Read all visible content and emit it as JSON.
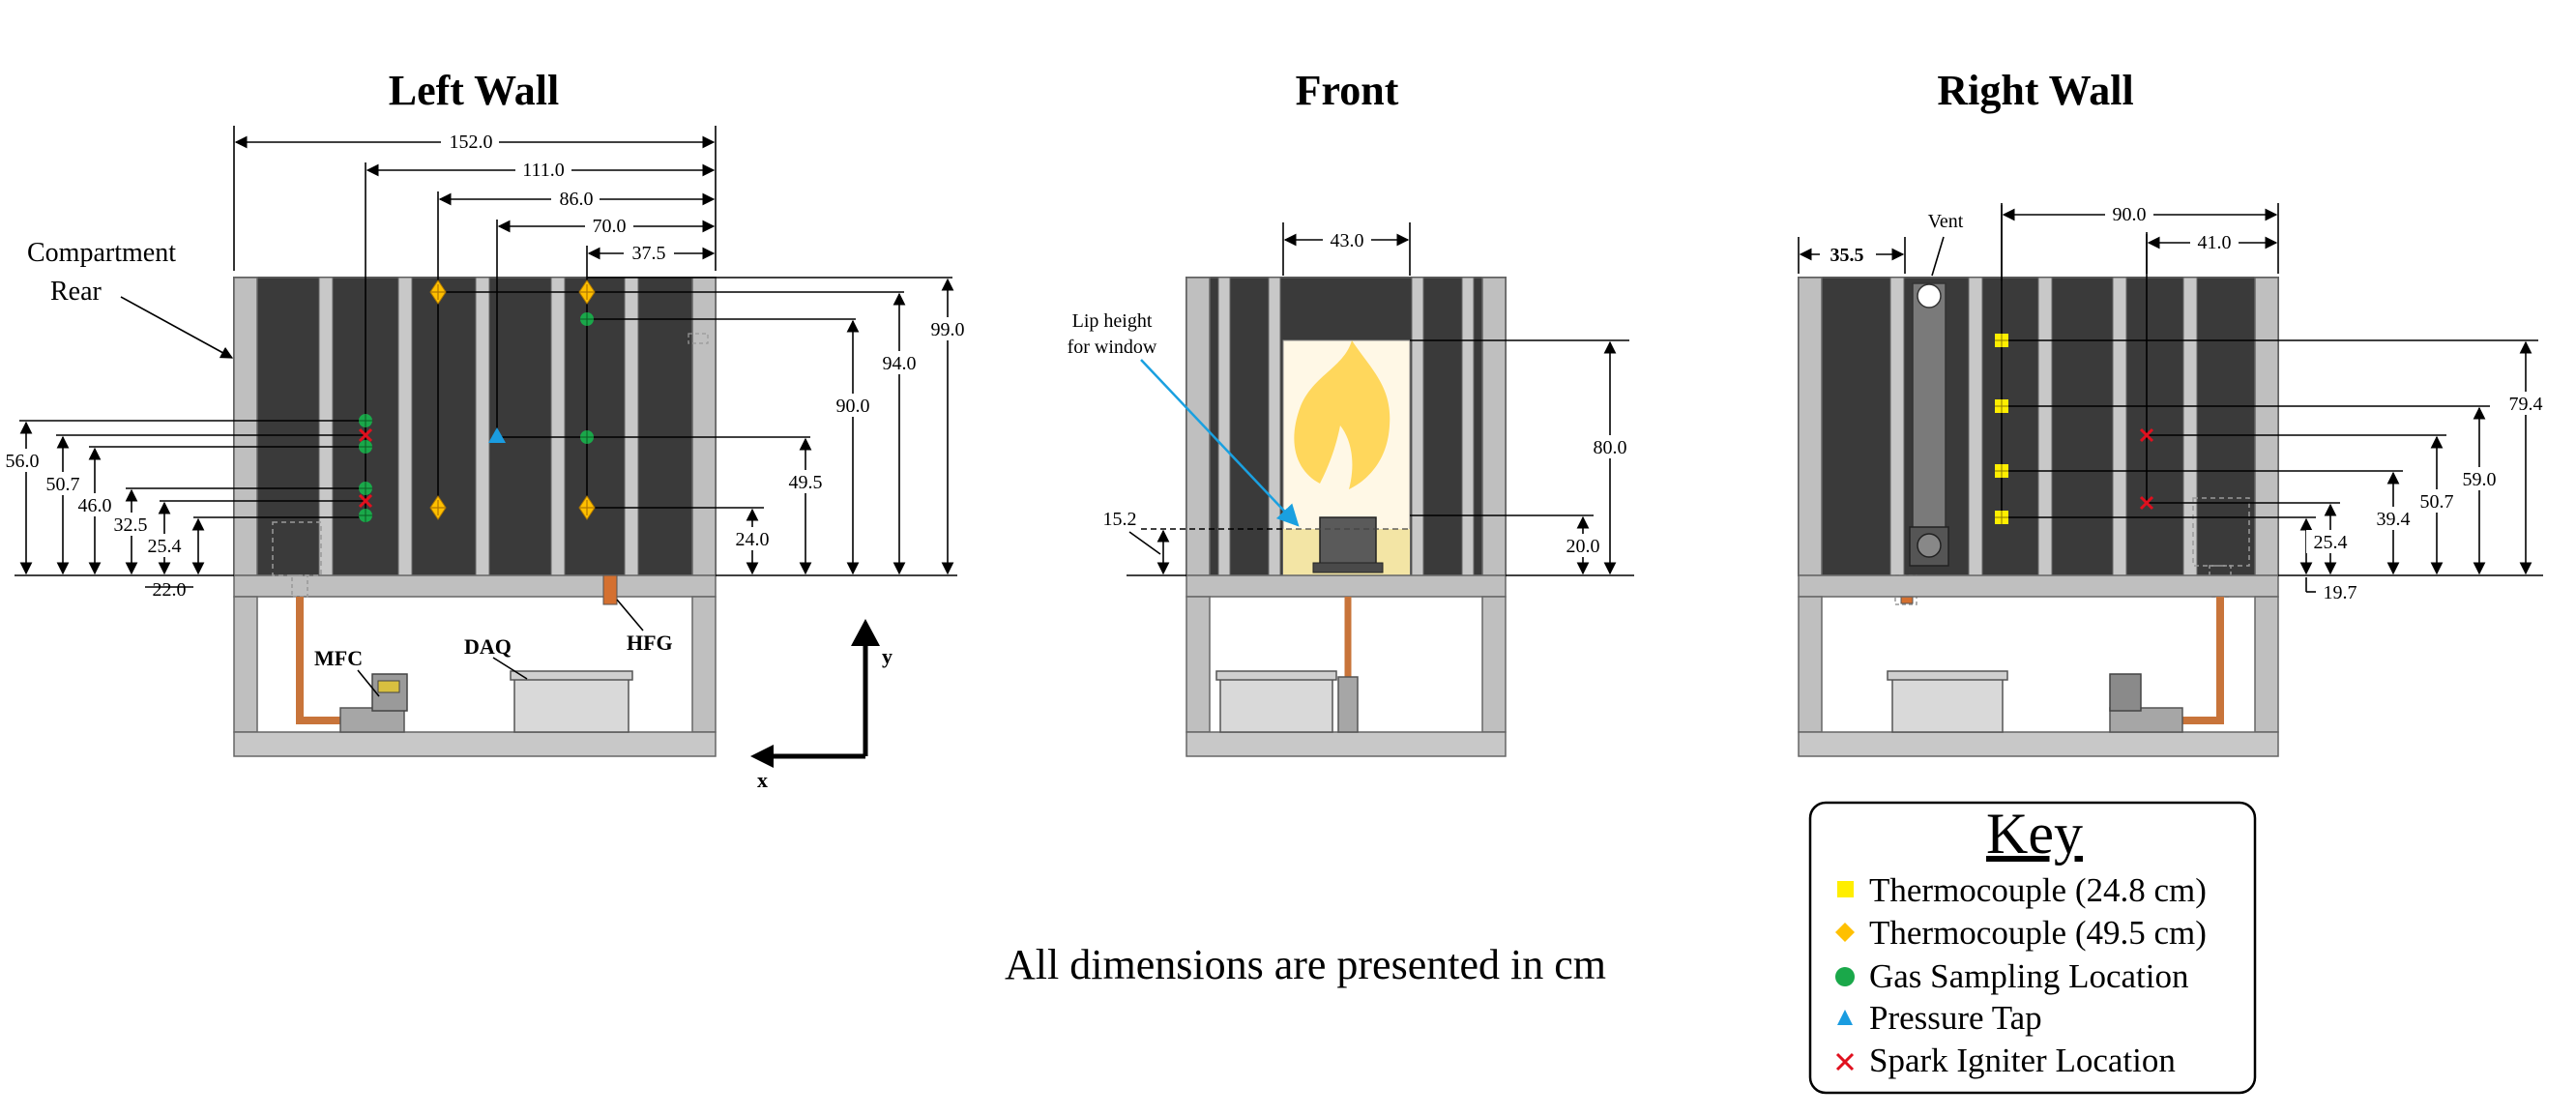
{
  "titles": {
    "left": "Left Wall",
    "front": "Front",
    "right": "Right Wall"
  },
  "labels": {
    "compartment_rear_1": "Compartment",
    "compartment_rear_2": "Rear",
    "mfc": "MFC",
    "daq": "DAQ",
    "hfg": "HFG",
    "axis_x": "x",
    "axis_y": "y",
    "lip_1": "Lip height",
    "lip_2": "for window",
    "vent": "Vent",
    "note": "All dimensions are presented in cm"
  },
  "dims": {
    "left": {
      "w152": "152.0",
      "w111": "111.0",
      "w86": "86.0",
      "w70": "70.0",
      "w37": "37.5",
      "h99": "99.0",
      "h94": "94.0",
      "h90": "90.0",
      "h49": "49.5",
      "h24": "24.0",
      "h56": "56.0",
      "h50": "50.7",
      "h46": "46.0",
      "h32": "32.5",
      "h25": "25.4",
      "h22": "22.0"
    },
    "front": {
      "w43": "43.0",
      "h80": "80.0",
      "h20": "20.0",
      "h15": "15.2"
    },
    "right": {
      "w35": "35.5",
      "w90": "90.0",
      "w41": "41.0",
      "h79": "79.4",
      "h59": "59.0",
      "h50": "50.7",
      "h39": "39.4",
      "h25": "25.4",
      "h19": "19.7"
    }
  },
  "key": {
    "title": "Key",
    "items": [
      {
        "label": "Thermocouple (24.8 cm)",
        "icon": "yellow-square-icon",
        "color": "#ffee00"
      },
      {
        "label": "Thermocouple (49.5 cm)",
        "icon": "orange-diamond-icon",
        "color": "#ffc000"
      },
      {
        "label": "Gas Sampling Location",
        "icon": "green-circle-icon",
        "color": "#1aa84a"
      },
      {
        "label": "Pressure Tap",
        "icon": "blue-triangle-icon",
        "color": "#1a9ce0"
      },
      {
        "label": "Spark Igniter Location",
        "icon": "red-x-icon",
        "color": "#e0101e"
      }
    ]
  },
  "colors": {
    "panel": "#3a3a3a",
    "frame": "#bfbfbf",
    "stud": "#c8c8c8",
    "window": "#fff8e6",
    "flame": "#ffd34d",
    "lip": "#f3e5a5",
    "pipe": "#c8743a",
    "leader": "#1aa0e0"
  }
}
